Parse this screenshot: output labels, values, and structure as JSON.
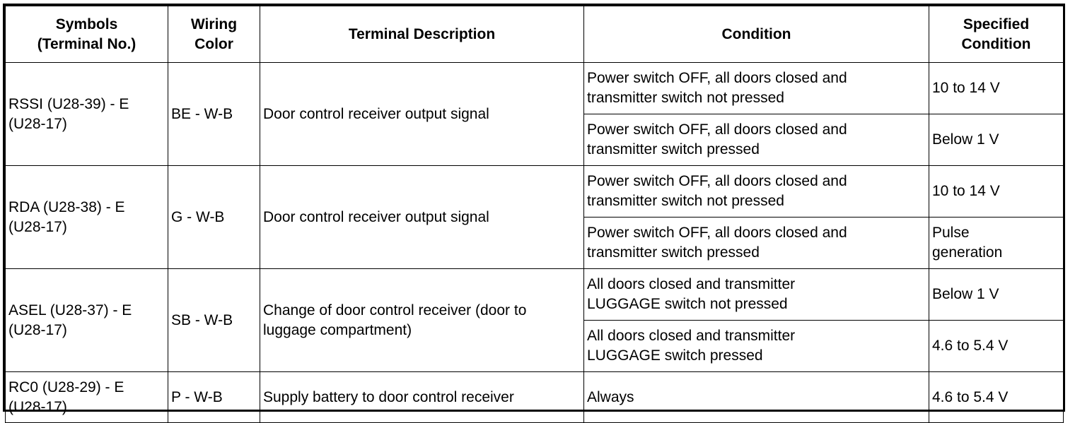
{
  "table": {
    "headers": [
      "Symbols\n(Terminal No.)",
      "Wiring\nColor",
      "Terminal Description",
      "Condition",
      "Specified\nCondition"
    ],
    "groups": [
      {
        "symbol": "RSSI (U28-39) - E\n(U28-17)",
        "wiring": "BE - W-B",
        "description": "Door control receiver output signal",
        "rows": [
          {
            "condition": "Power switch OFF, all doors closed and\ntransmitter switch not pressed",
            "spec": "10 to 14 V"
          },
          {
            "condition": "Power switch OFF, all doors closed and\ntransmitter switch pressed",
            "spec": "Below 1 V"
          }
        ]
      },
      {
        "symbol": "RDA (U28-38) - E\n(U28-17)",
        "wiring": "G - W-B",
        "description": "Door control receiver output signal",
        "rows": [
          {
            "condition": "Power switch OFF, all doors closed and\ntransmitter switch not pressed",
            "spec": "10 to 14 V"
          },
          {
            "condition": "Power switch OFF, all doors closed and\ntransmitter switch pressed",
            "spec": "Pulse\ngeneration"
          }
        ]
      },
      {
        "symbol": "ASEL (U28-37) - E\n(U28-17)",
        "wiring": "SB - W-B",
        "description": "Change of door control receiver (door to\nluggage compartment)",
        "rows": [
          {
            "condition": "All doors closed and transmitter\nLUGGAGE switch not pressed",
            "spec": "Below 1 V"
          },
          {
            "condition": "All doors closed and transmitter\nLUGGAGE switch pressed",
            "spec": "4.6 to 5.4 V"
          }
        ]
      },
      {
        "symbol": "RC0 (U28-29) - E\n(U28-17)",
        "wiring": "P - W-B",
        "description": "Supply battery to door control receiver",
        "rows": [
          {
            "condition": "Always",
            "spec": "4.6 to 5.4 V"
          }
        ]
      }
    ]
  }
}
